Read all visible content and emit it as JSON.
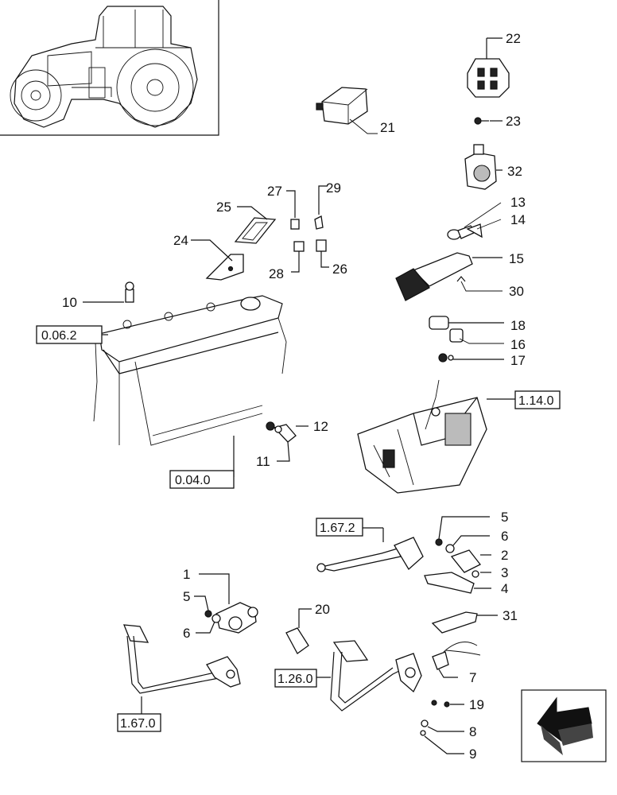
{
  "labels": {
    "l1": "1",
    "l2": "2",
    "l3": "3",
    "l4": "4",
    "l5a": "5",
    "l5b": "5",
    "l6a": "6",
    "l6b": "6",
    "l7": "7",
    "l8": "8",
    "l9": "9",
    "l10": "10",
    "l11": "11",
    "l12": "12",
    "l13": "13",
    "l14": "14",
    "l15": "15",
    "l16": "16",
    "l17": "17",
    "l18": "18",
    "l19": "19",
    "l20": "20",
    "l21": "21",
    "l22": "22",
    "l23": "23",
    "l24": "24",
    "l25": "25",
    "l26": "26",
    "l27": "27",
    "l28": "28",
    "l29": "29",
    "l30": "30",
    "l31": "31",
    "l32": "32"
  },
  "refs": {
    "r0062": "0.06.2",
    "r0040": "0.04.0",
    "r1140": "1.14.0",
    "r1672": "1.67.2",
    "r1260": "1.26.0",
    "r1670": "1.67.0"
  }
}
